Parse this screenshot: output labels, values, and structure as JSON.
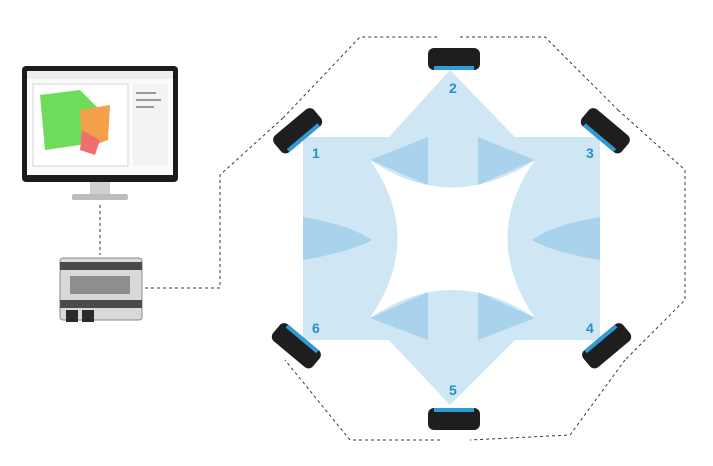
{
  "colors": {
    "coverage": "#cfe6f4",
    "coverage_overlap": "#a9d2ec",
    "label": "#2a8fc4",
    "wire": "#3a3a3a",
    "sensor_body": "#1e1e1e",
    "sensor_accent": "#2f9ad6",
    "monitor_frame": "#1b1b1b"
  },
  "sensors": [
    {
      "label": "1"
    },
    {
      "label": "2"
    },
    {
      "label": "3"
    },
    {
      "label": "4"
    },
    {
      "label": "5"
    },
    {
      "label": "6"
    }
  ],
  "icons": {
    "monitor": "monitor-icon",
    "controller": "controller-box-icon",
    "sensor": "lidar-sensor-icon"
  }
}
